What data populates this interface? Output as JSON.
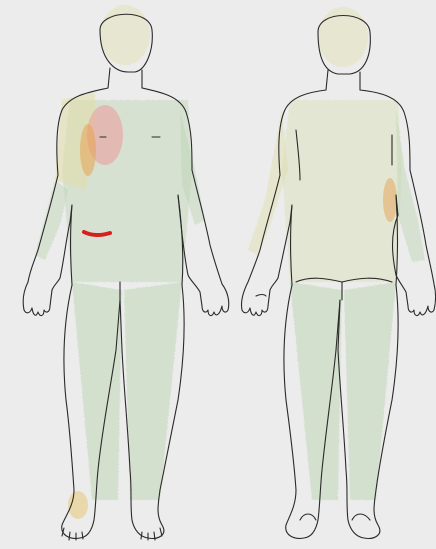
{
  "figures": [
    {
      "view": "front",
      "icon": "front-body-outline"
    },
    {
      "view": "back",
      "icon": "back-body-outline"
    }
  ],
  "colors": {
    "paper": "#ececec",
    "outline": "#2a2a2a",
    "green_shading": "#9cc58a",
    "yellow_shading": "#d8d27a",
    "orange_shading": "#e6a253",
    "pink_shading": "#ec9a9a",
    "red_mark": "#d81f1f"
  }
}
